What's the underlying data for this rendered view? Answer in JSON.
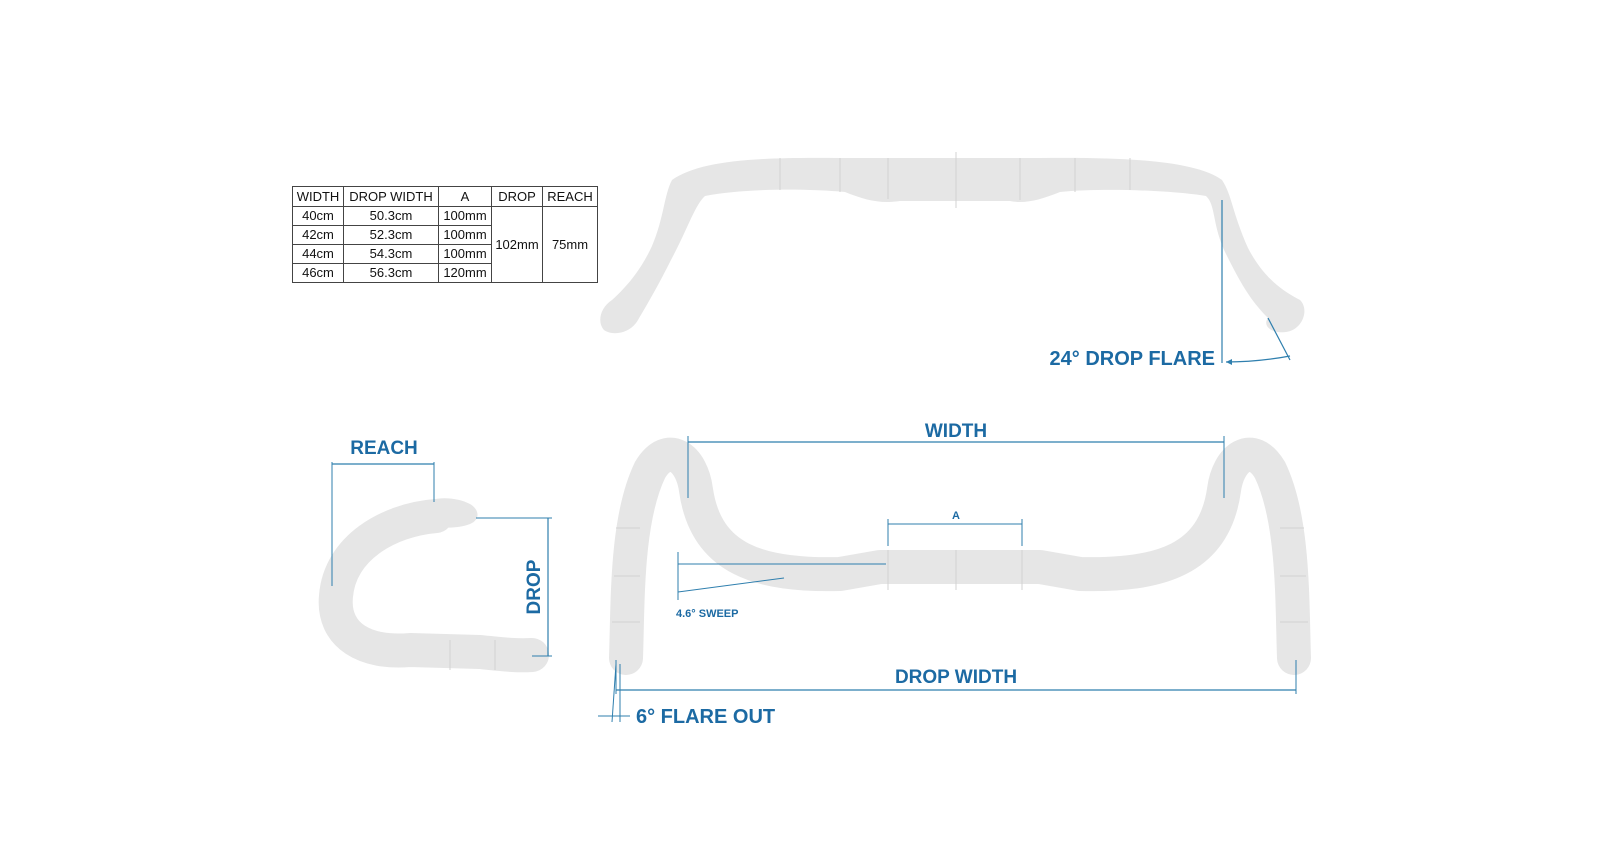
{
  "spec_table": {
    "headers": [
      "WIDTH",
      "DROP WIDTH",
      "A",
      "DROP",
      "REACH"
    ],
    "rows": [
      {
        "width": "40cm",
        "drop_width": "50.3cm",
        "a": "100mm"
      },
      {
        "width": "42cm",
        "drop_width": "52.3cm",
        "a": "100mm"
      },
      {
        "width": "44cm",
        "drop_width": "54.3cm",
        "a": "100mm"
      },
      {
        "width": "46cm",
        "drop_width": "56.3cm",
        "a": "120mm"
      }
    ],
    "shared_drop": "102mm",
    "shared_reach": "75mm"
  },
  "labels": {
    "drop_flare": "24° DROP FLARE",
    "width": "WIDTH",
    "a": "A",
    "reach": "REACH",
    "drop": "DROP",
    "sweep": "4.6° SWEEP",
    "drop_width": "DROP WIDTH",
    "flare_out": "6° FLARE OUT"
  },
  "colors": {
    "dimension_label": "#1c6aa3",
    "dimension_line": "#2f7fae",
    "handlebar": "#e6e6e6"
  }
}
